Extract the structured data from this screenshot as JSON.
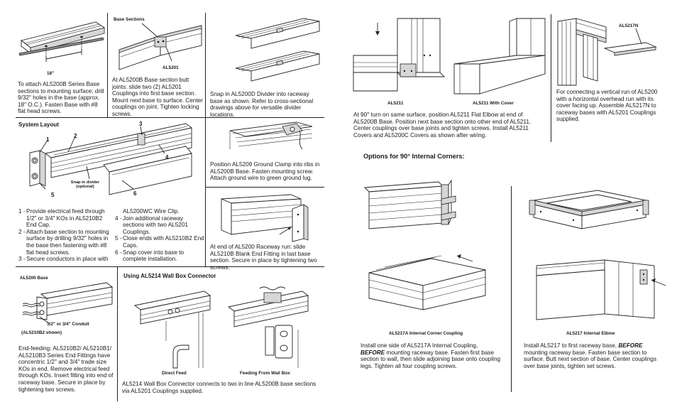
{
  "left_page": {
    "attach": {
      "dim_label": "18\"",
      "text": "To attach AL5200B Series Base sections to mounting surface; drill 9/32\" holes in the base (approx. 18\" O.C.). Fasten Base with #8 flat head screws."
    },
    "couplings": {
      "label_base": "Base Sections",
      "label_part": "AL5201",
      "text": "At AL5200B Base section butt joints: slide two (2) AL5201 Couplings into first base section. Mount next base to surface. Center couplings on joint. Tighten locking screws."
    },
    "divider": {
      "text": "Snap in AL5200D Divider into raceway base as shown. Refer to cross-sectional drawings above for versatile divider locations."
    },
    "system_layout": {
      "title": "System Layout",
      "callouts": [
        "1",
        "2",
        "3",
        "4",
        "5",
        "6"
      ],
      "divider_note": "Snap-in divider (optional)",
      "steps_col1": [
        {
          "n": "1 -",
          "t": "Provide electrical feed through 1/2\" or  3/4\" KOs in AL5210B2 End Cap."
        },
        {
          "n": "2 -",
          "t": "Attach base section to mounting surface by drilling 9/32\" holes in the base then fastening with #8 flat head screws."
        },
        {
          "n": "3 -",
          "t": "Secure conductors in place with"
        }
      ],
      "steps_col2_cont": "AL5200WC Wire Clip.",
      "steps_col2": [
        {
          "n": "4 -",
          "t": "Join additional raceway sections with two AL5201 Couplings."
        },
        {
          "n": "5 -",
          "t": "Close ends with AL5210B2 End Caps."
        },
        {
          "n": "6 -",
          "t": "Snap cover into base to complete installation."
        }
      ]
    },
    "ground_clamp": {
      "text": "Position AL5209 Ground Clamp into ribs in AL5200B Base. Fasten mounting screw. Attach ground wire to green ground lug."
    },
    "blank_end": {
      "text": "At end of AL5200 Raceway run: slide AL5210B Blank End Fitting in last base section. Secure in place by tightening two screws."
    },
    "end_feeding": {
      "label_base": "AL5200 Base",
      "label_conduit": "1/2\" or 3/4\" Conduit",
      "label_shown": "(AL5210B2 shown)",
      "text": "End-feeding: AL5210B2/ AL5210B1/ AL5210B3 Series End Fittings have concentric 1/2\" and 3/4\" trade size KOs in end. Remove electrical feed through KOs. Insert fitting into end of raceway base. Secure in place by tightening two screws."
    },
    "wall_box": {
      "title": "Using AL5214 Wall Box Connector",
      "cap_direct": "Direct Feed",
      "cap_wallbox": "Feeding From Wall Box",
      "text": "AL5214 Wall Box Connector connects to two in line AL5200B base sections via AL5201 Couplings supplied."
    }
  },
  "right_page": {
    "flat_elbow": {
      "cap_a": "AL5211",
      "cap_b": "AL5211 With Cover",
      "text": "At 90° turn on same surface, position AL5211 Flat Elbow at end of AL5200B Base. Position next base section onto other end of AL5211. Center couplings over base joints and tighten screws. Install AL5211 Covers and AL5200C Covers as shown after wiring."
    },
    "vertical": {
      "cap": "AL5217N",
      "text": "For connecting a vertical run of AL5200 with a horizontal overhead run with its cover facing up. Assemble AL5217N to raceway bases with AL5201 Couplings supplied."
    },
    "internal_corners": {
      "title": "Options for 90° Internal Corners:",
      "coupling": {
        "cap": "AL5217A Internal Corner Coupling",
        "text_pre": "Install one side of AL5217A Internal Coupling, ",
        "text_em": "BEFORE",
        "text_post": " mounting raceway base. Fasten first base section to wall, then slide adjoining base onto coupling legs. Tighten all four coupling screws."
      },
      "elbow": {
        "cap": "AL5217 Internal Elbow",
        "text_pre": "Install AL5217 to first raceway base, ",
        "text_em": "BEFORE",
        "text_post": " mounting raceway base. Fasten base section to surface. Butt next section of base. Center couplings over base joints, tighten set screws."
      }
    }
  }
}
